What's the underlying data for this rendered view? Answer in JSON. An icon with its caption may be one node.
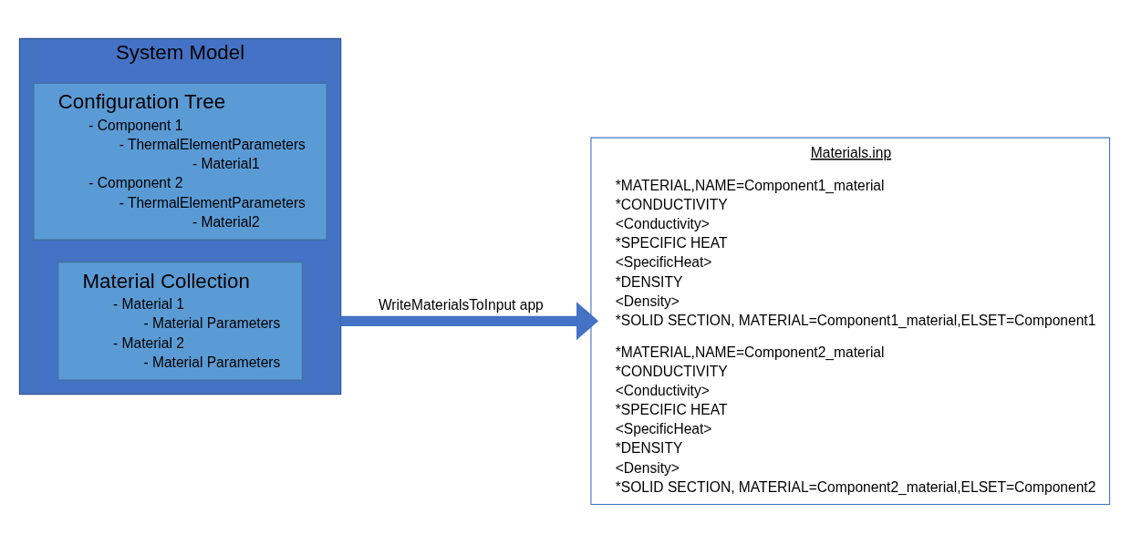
{
  "diagram": {
    "nodes": [
      {
        "text": [
          "System Model"
        ]
      },
      {
        "text": [
          "Configuration Tree",
          "- Component 1",
          "- ThermalElementParameters",
          "- Material1",
          "- Component 2",
          "- ThermalElementParameters",
          "- Material2"
        ],
        "in": 0
      },
      {
        "text": [
          "Material Collection",
          "- Material 1",
          "- Material Parameters",
          "- Material 2",
          "- Material Parameters"
        ],
        "in": 0
      },
      {
        "text": [
          "Materials.inp",
          "*MATERIAL,NAME=Component1_material",
          "*CONDUCTIVITY",
          "<Conductivity>",
          "*SPECIFIC HEAT",
          "<SpecificHeat>",
          "*DENSITY",
          "<Density>",
          "*SOLID SECTION, MATERIAL=Component1_material,ELSET=Component1",
          "*MATERIAL,NAME=Component2_material",
          "*CONDUCTIVITY",
          "<Conductivity>",
          "*SPECIFIC HEAT",
          "<SpecificHeat>",
          "*DENSITY",
          "<Density>",
          "*SOLID SECTION, MATERIAL=Component2_material,ELSET=Component2"
        ]
      }
    ],
    "edges": [
      {
        "from": 0,
        "to": 3,
        "arrow": "to",
        "label": "WriteMaterialsToInput app",
        "color": "#4472c4"
      }
    ]
  }
}
